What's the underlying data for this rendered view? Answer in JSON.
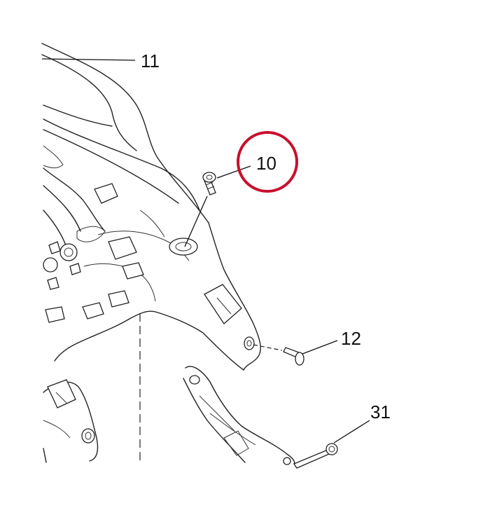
{
  "callouts": {
    "c11": "11",
    "c10": "10",
    "c12": "12",
    "c31": "31"
  },
  "highlight": {
    "target_callout": "10",
    "ring_color": "#c8102e"
  },
  "colors": {
    "line": "#222222",
    "background": "#ffffff"
  }
}
